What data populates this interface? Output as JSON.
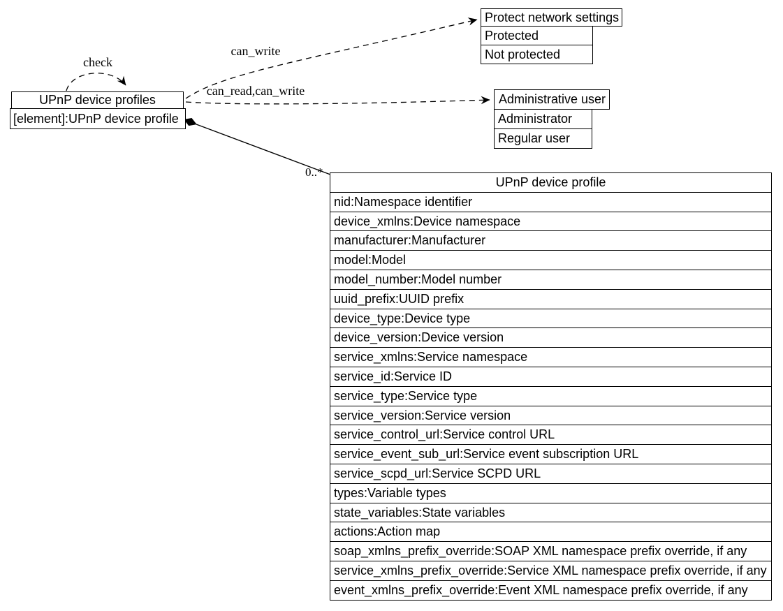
{
  "nodes": {
    "profiles": {
      "title": "UPnP device profiles",
      "attributes": [
        "[element]:UPnP device profile"
      ]
    },
    "protect_network_settings": {
      "title": "Protect network settings",
      "values": [
        "Protected",
        "Not protected"
      ]
    },
    "administrative_user": {
      "title": "Administrative user",
      "values": [
        "Administrator",
        "Regular user"
      ]
    },
    "device_profile": {
      "title": "UPnP device profile",
      "attributes": [
        "nid:Namespace identifier",
        "device_xmlns:Device namespace",
        "manufacturer:Manufacturer",
        "model:Model",
        "model_number:Model number",
        "uuid_prefix:UUID prefix",
        "device_type:Device type",
        "device_version:Device version",
        "service_xmlns:Service namespace",
        "service_id:Service ID",
        "service_type:Service type",
        "service_version:Service version",
        "service_control_url:Service control URL",
        "service_event_sub_url:Service event subscription URL",
        "service_scpd_url:Service SCPD URL",
        "types:Variable types",
        "state_variables:State variables",
        "actions:Action map",
        "soap_xmlns_prefix_override:SOAP XML namespace prefix override, if any",
        "service_xmlns_prefix_override:Service XML namespace prefix override, if any",
        "event_xmlns_prefix_override:Event XML namespace prefix override, if any"
      ]
    }
  },
  "edges": {
    "check_label": "check",
    "can_write_label": "can_write",
    "can_read_can_write_label": "can_read,can_write",
    "multiplicity_label": "0..*"
  },
  "colors": {
    "line": "#000000",
    "text": "#000000",
    "node_background": "#ffffff",
    "page_background": "#ffffff"
  }
}
